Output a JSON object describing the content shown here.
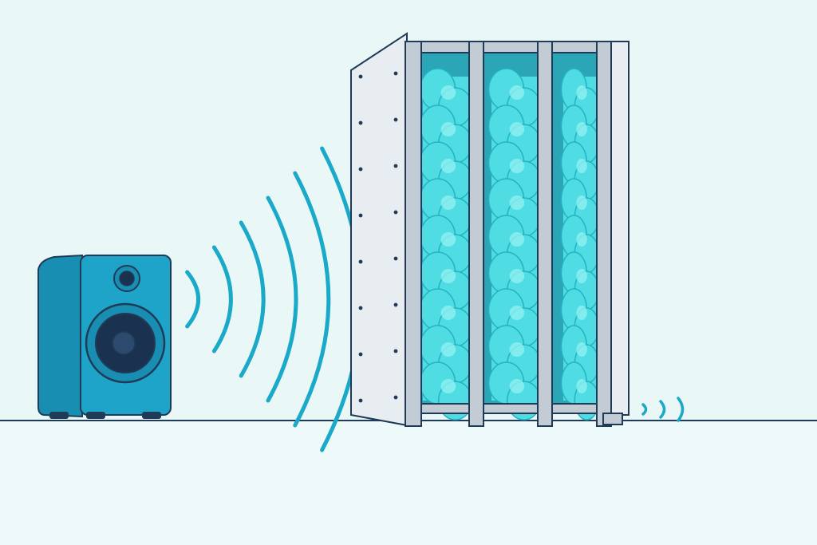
{
  "colors": {
    "background": "#eaf7f7",
    "ground": "#eef9f9",
    "outline": "#1f3b57",
    "speaker_body": "#1ea4c8",
    "speaker_side": "#188fb2",
    "speaker_cone": "#1b3150",
    "sound_wave": "#1aa9c9",
    "drywall": "#e8edf1",
    "drywall_edge": "#cdd6de",
    "stud": "#c3ccd4",
    "cavity": "#2aa6b6",
    "insulation": "#4fdde3",
    "insulation_light": "#8ef0f0"
  },
  "icons": {
    "speaker": "loudspeaker-icon",
    "waves": "sound-wave-icon",
    "wall": "insulated-wall-icon",
    "dampened": "dampened-wave-icon"
  },
  "diagram": {
    "incoming_wave_count": 6,
    "transmitted_wave_count": 3,
    "stud_count": 4,
    "insulation_columns": 3
  }
}
